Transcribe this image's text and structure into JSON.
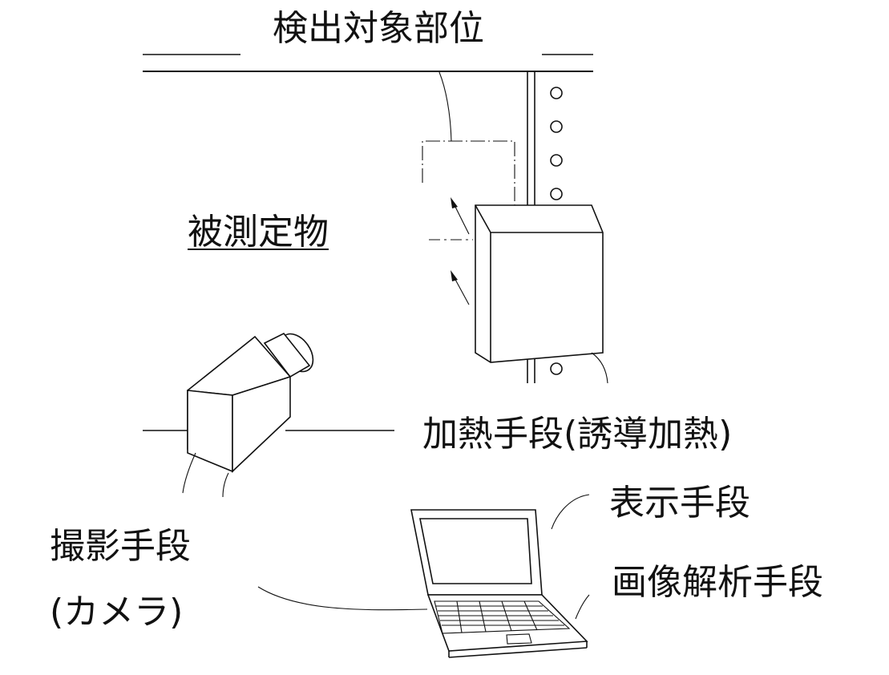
{
  "labels": {
    "detection_site": "検出対象部位",
    "measured_object": "被測定物",
    "heating_means": "加熱手段(誘導加熱)",
    "display_means": "表示手段",
    "image_analysis_means": "画像解析手段",
    "imaging_means": "撮影手段",
    "camera": "(カメラ)"
  },
  "colors": {
    "line": "#111111",
    "background": "#ffffff"
  }
}
